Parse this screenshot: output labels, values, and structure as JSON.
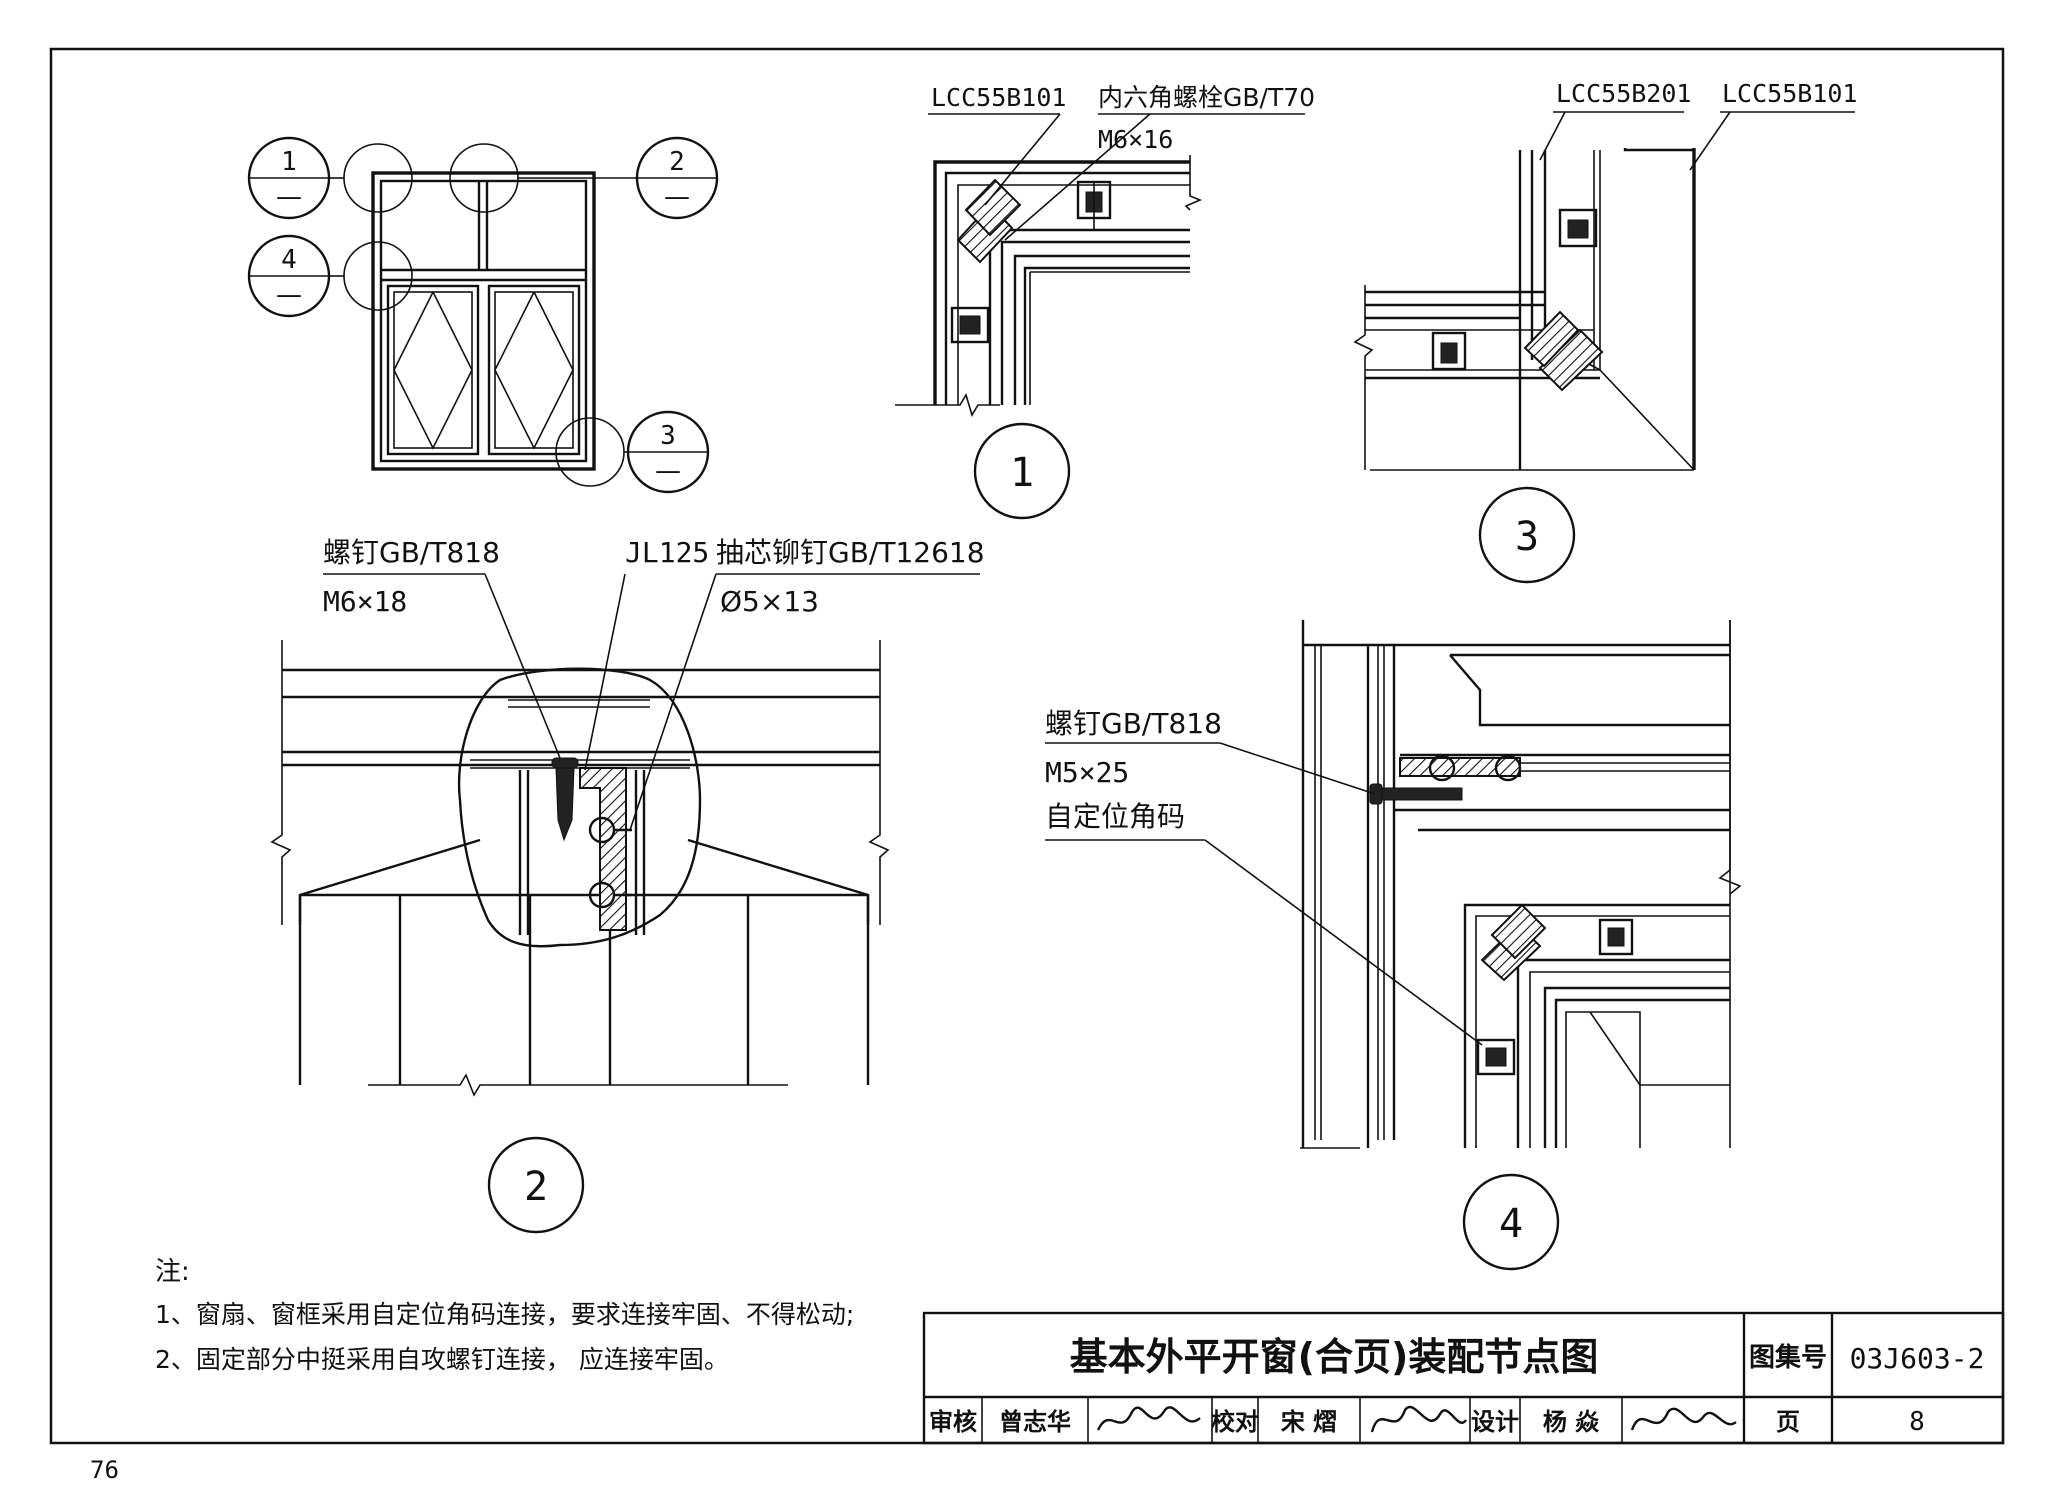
{
  "page_number": "76",
  "overview": {
    "markers": [
      {
        "label": "1",
        "sub": "—"
      },
      {
        "label": "2",
        "sub": "—"
      },
      {
        "label": "4",
        "sub": "—"
      },
      {
        "label": "3",
        "sub": "—"
      }
    ]
  },
  "detail1": {
    "callout_a": "LCC55B101",
    "callout_b": "内六角螺栓GB/T70",
    "callout_b2": "M6×16",
    "number": "1"
  },
  "detail3": {
    "callout_a": "LCC55B201",
    "callout_b": "LCC55B101",
    "number": "3"
  },
  "detail2": {
    "callout_a": "螺钉GB/T818",
    "callout_a2": "M6×18",
    "callout_b": "JL125",
    "callout_c": "抽芯铆钉GB/T12618",
    "callout_c2": "Ø5×13",
    "number": "2"
  },
  "detail4": {
    "callout_a": "螺钉GB/T818",
    "callout_a2": "M5×25",
    "callout_a3": "自定位角码",
    "number": "4"
  },
  "notes": {
    "heading": "注:",
    "items": [
      "1、窗扇、窗框采用自定位角码连接，要求连接牢固、不得松动;",
      "2、固定部分中挺采用自攻螺钉连接， 应连接牢固。"
    ]
  },
  "title_block": {
    "title": "基本外平开窗(合页)装配节点图",
    "atlas_label": "图集号",
    "atlas_value": "03J603-2",
    "review_label": "审核",
    "review_name": "曾志华",
    "check_label": "校对",
    "check_name": "宋 熠",
    "design_label": "设计",
    "design_name": "杨 焱",
    "page_label": "页",
    "page_value": "8"
  }
}
